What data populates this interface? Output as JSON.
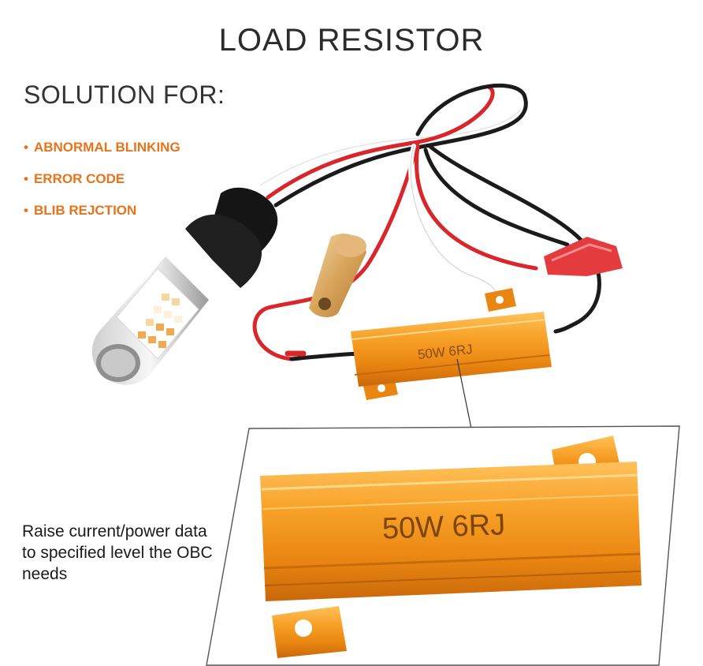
{
  "title": "LOAD RESISTOR",
  "solution_heading": "SOLUTION FOR:",
  "bullets": [
    "ABNORMAL BLINKING",
    "ERROR CODE",
    "BLIB REJCTION"
  ],
  "description": "Raise current/power data to specified level the OBC needs",
  "resistor_marking_small": "50W 6RJ",
  "resistor_marking_large": "50W 6RJ",
  "colors": {
    "accent": "#e8731a",
    "resistor": "#f39a1e",
    "wire_red": "#d8262a",
    "wire_black": "#1b1b1b"
  }
}
